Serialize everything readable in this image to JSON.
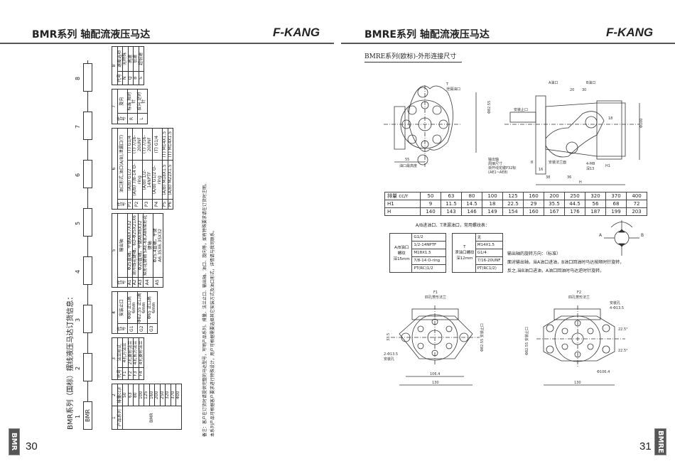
{
  "left": {
    "header": "BMR系列 轴配流液压马达",
    "brand": "F-KANG",
    "page": "30",
    "tab": "BMR",
    "order_title": "BMR系列（国标）摆线液压马达订货信息：",
    "box_numbers": [
      "1",
      "2",
      "3",
      "4",
      "5",
      "6",
      "7",
      "8"
    ],
    "box1_value": "BMR",
    "t1": {
      "num": "1",
      "col": "产品系列",
      "value": "BMR"
    },
    "t2": {
      "num": "2",
      "col": "排量cc/r",
      "values": [
        "50",
        "63",
        "80",
        "100",
        "125",
        "160",
        "200",
        "250",
        "320",
        "370",
        "400"
      ]
    },
    "t3": {
      "num": "3",
      "code": "代号",
      "col": "法兰形式",
      "rows": [
        [
          "F1",
          "4孔方法兰"
        ],
        [
          "F2",
          "2孔菱形法兰"
        ],
        [
          "F3",
          "4孔长方法兰"
        ],
        [
          "F4",
          "4孔菱形法兰"
        ]
      ]
    },
    "t4": {
      "num": "4",
      "code": "代号",
      "col": "安装止口",
      "rows": [
        [
          "G1",
          "Φ80 止口高6mm"
        ],
        [
          "G2",
          "Φ82.55 止口高6mm"
        ],
        [
          "G3",
          "Φ65 止口高6mm"
        ]
      ]
    },
    "t5": {
      "num": "5",
      "code": "代号",
      "col": "输出轴",
      "rows": [
        [
          "A1",
          "Φ25直轴，平键A8X7X32"
        ],
        [
          "A2",
          "渐开线花键轴，6D-Φ25X21X6"
        ],
        [
          "A3",
          "Φ20直轴，平键A6X6X32"
        ],
        [
          "A4",
          "矩形花键轴 SAE-6B,A86矩形花键轴"
        ],
        [
          "A5",
          "Φ25.4直轴，平键A6.35X6.35X32"
        ]
      ]
    },
    "t6": {
      "num": "6",
      "code": "代号",
      "col": "油口形式,油口(A/B),泄漏口(T)",
      "rows": [
        [
          "P1",
          "(A/B) G1/2",
          "(T) G1/4"
        ],
        [
          "P2",
          "(A/B) 7/8-14 O-ring",
          "(T) 7/16-20UNF"
        ],
        [
          "P3",
          "(A/B) 1/2-14NPTF",
          "(T) 7/16-20UNF"
        ],
        [
          "P4",
          "(A/B) G1/2 O-ring",
          "(T) G1/4"
        ],
        [
          "P5",
          "(A/B) M18X1.5",
          "(T) M14X1.5"
        ],
        [
          "P6",
          "(A/B) M22X1.5",
          "(T) M14X1.5"
        ]
      ]
    },
    "t7": {
      "num": "7",
      "code": "代号",
      "col": "旋向",
      "rows": [
        [
          "R",
          "标准 顺时针"
        ],
        [
          "L",
          "反向 逆时针"
        ]
      ]
    },
    "t8": {
      "num": "8",
      "code": "代号",
      "col": "速度选项",
      "rows": [
        [
          "N",
          "无特殊"
        ],
        [
          "Q",
          "高速"
        ],
        [
          "B",
          "低速"
        ],
        [
          "S",
          "超低速"
        ]
      ]
    },
    "notes": [
      "备注：客户在订货时请提供完整的马达型号，写明产品系列、排量、法兰止口、输出轴、油口、旋向等，如有特殊要求请在订货时注明。",
      "本系列产品可根据客户要求进行特殊设计，用户可根据需要选择其它安装方式及油口形式，详情请与我司联系。"
    ]
  },
  "right": {
    "header": "BMRE系列 轴配流液压马达",
    "brand": "F-KANG",
    "page": "31",
    "tab": "BMRE",
    "section_title": "BMRE系列(欧标)-外形连接尺寸",
    "drawing_labels": {
      "t_port": "T",
      "t_port_desc": "泄漏油口",
      "dim55": "55",
      "dim55_desc": "油口最高度",
      "mount": "安装止口",
      "a_port": "A油口",
      "b_port": "B油口",
      "dim20": "20",
      "dim30": "30",
      "dia100": "Φ100",
      "dia8255": "Φ82.55",
      "h1": "H1",
      "m8": "4-M8",
      "depth13": "深13",
      "dim8": "8",
      "dim16": "16",
      "dim38": "38",
      "dim36": "36",
      "h": "H",
      "shaft": "输出轴",
      "shaft_desc": "周接尺寸",
      "shaft_desc2": "渐开线花键P32标",
      "shaft_desc3": "(AE1~AE8)",
      "mount_face": "安装法兰面",
      "dim18": "18"
    },
    "disp_table": {
      "rows": [
        [
          "排量 cc/r",
          "50",
          "63",
          "80",
          "100",
          "125",
          "160",
          "200",
          "250",
          "320",
          "370",
          "400"
        ],
        [
          "H1",
          "9",
          "11.5",
          "14.5",
          "18",
          "22.5",
          "29",
          "35.5",
          "44.5",
          "56",
          "68",
          "72"
        ],
        [
          "H",
          "140",
          "143",
          "146",
          "149",
          "154",
          "160",
          "167",
          "176",
          "187",
          "199",
          "203"
        ]
      ]
    },
    "port_note": "A/B进油口、T泄漏油口，常用螺纹表：",
    "ab_table": {
      "label": [
        "A/B油口",
        "螺纹",
        "深15mm"
      ],
      "values": [
        "G1/2",
        "1/2-14NPTF",
        "M18X1.5",
        "7/8-14 O-ring",
        "PT(RC)1/2"
      ]
    },
    "t_table": {
      "label": [
        "T",
        "泄油口螺纹",
        "深12mm"
      ],
      "values": [
        "无",
        "M14X1.5",
        "G1/4",
        "7/16-20UNF",
        "PT(RC1/2)"
      ]
    },
    "rotation_notes": [
      "输出轴的旋转方向：（标准）",
      "面对输出轴，当A油口进油，B油口回油时马达按顺时针旋转，",
      "反之,当B油口进油，A油口回油时马达逆时针旋转。"
    ],
    "symbol_labels": {
      "a": "A",
      "b": "B"
    },
    "f1": {
      "code": "F1",
      "name": "四孔菱形法兰",
      "dim1": "106.4",
      "dim2": "130",
      "dim3": "33.5",
      "hole": "2-Φ13.5",
      "hole_desc": "安装孔",
      "pilot": "Φ82.55 安装止口"
    },
    "f2": {
      "code": "F2",
      "name": "四孔菱形法兰",
      "dim1": "Φ106.4",
      "dim2": "130",
      "angle": "22.5°",
      "hole": "4-Φ13.5",
      "hole_desc": "安装孔",
      "pilot": "Φ82.55 安装止口"
    }
  }
}
